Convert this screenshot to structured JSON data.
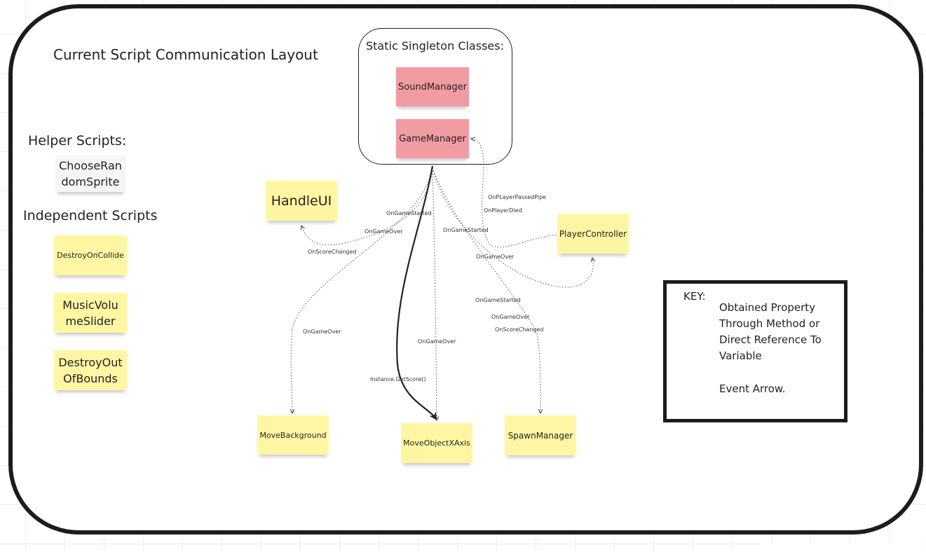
{
  "title": "Current Script Communication Layout",
  "singleton": {
    "heading": "Static Singleton Classes:",
    "classes": [
      "SoundManager",
      "GameManager"
    ]
  },
  "helper": {
    "heading": "Helper Scripts:",
    "scripts": [
      "ChooseRan\ndomSprite"
    ]
  },
  "independent": {
    "heading": "Independent Scripts",
    "scripts": [
      "DestroyOnCollide",
      "MusicVolu\nmeSlider",
      "DestroyOut\nOfBounds"
    ]
  },
  "nodes": {
    "handle_ui": "HandleUI",
    "player_controller": "PlayerController",
    "move_background": "MoveBackground",
    "move_object_x_axis": "MoveObjectXAxis",
    "spawn_manager": "SpawnManager"
  },
  "edge_labels": {
    "on_player_passed_pipe": "OnPLayerPassedPipe",
    "on_player_died": "OnPlayerDied",
    "handleui_game_started": "OnGameStarted",
    "handleui_game_over": "OnGameOver",
    "handleui_score_changed": "OnScoreChanged",
    "player_game_started": "OnGameStarted",
    "player_game_over": "OnGameOver",
    "spawn_game_started": "OnGameStarted",
    "spawn_game_over": "OnGameOver",
    "spawn_score_changed": "OnScoreChanged",
    "background_game_over": "OnGameOver",
    "movex_game_over": "OnGameOver",
    "get_score": "Instance.GetScore()"
  },
  "key": {
    "heading": "KEY:",
    "solid_desc": "Obtained Property\nThrough Method or\nDirect Reference To\nVariable",
    "event_desc": "Event Arrow."
  },
  "colors": {
    "note_yellow": "#fff6a4",
    "note_red": "#f19ca2",
    "note_grey": "#f5f5f6",
    "outline": "#1c1c1c"
  }
}
